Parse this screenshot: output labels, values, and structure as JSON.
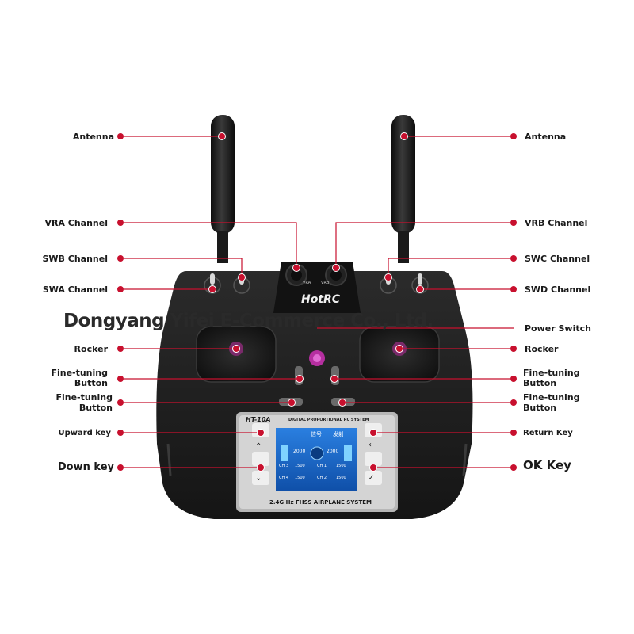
{
  "labels": {
    "antenna_left": "Antenna",
    "antenna_right": "Antenna",
    "vra": "VRA Channel",
    "vrb": "VRB Channel",
    "swb": "SWB Channel",
    "swc": "SWC Channel",
    "swa": "SWA Channel",
    "swd": "SWD Channel",
    "power_switch": "Power Switch",
    "rocker_left": "Rocker",
    "rocker_right": "Rocker",
    "fine_tuning_1_left_line1": "Fine-tuning",
    "fine_tuning_1_left_line2": "Button",
    "fine_tuning_1_right_line1": "Fine-tuning",
    "fine_tuning_1_right_line2": "Button",
    "fine_tuning_2_left_line1": "Fine-tuning",
    "fine_tuning_2_left_line2": "Button",
    "fine_tuning_2_right_line1": "Fine-tuning",
    "fine_tuning_2_right_line2": "Button",
    "upward_key": "Upward key",
    "return_key": "Return Key",
    "down_key": "Down key",
    "ok_key": "OK Key"
  },
  "watermark": "Dongyang Yifei E-Commerce Co., Ltd.",
  "device": {
    "brand": "HotRC",
    "knob_left": "VRA",
    "knob_right": "VRB",
    "model": "HT-10A",
    "header": "DIGITAL PROPORTIONAL RC SYSTEM",
    "footer": "2.4G Hz FHSS AIRPLANE SYSTEM",
    "screen": {
      "signal_label": "信号",
      "transmit_label": "发射",
      "val_a": "2000",
      "val_b": "2000",
      "ch3": "CH 3",
      "ch3_val": "1500",
      "ch1": "CH 1",
      "ch1_val": "1500",
      "ch4": "CH 4",
      "ch4_val": "1500",
      "ch2": "CH 2",
      "ch2_val": "1500"
    }
  },
  "colors": {
    "accent": "#c8102e",
    "body": "#1e1e1e",
    "screen_bg": "#1a6fd1"
  }
}
